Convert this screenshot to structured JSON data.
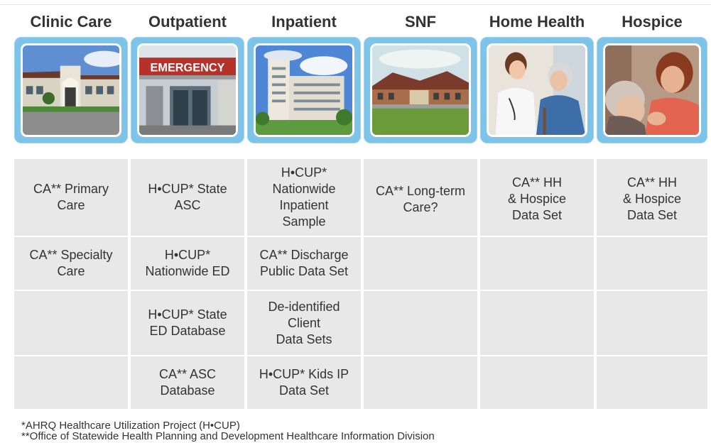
{
  "columns": [
    {
      "title": "Clinic Care",
      "photo": "clinic-building-photo",
      "cells": [
        "CA** Primary\nCare",
        "CA** Specialty\nCare",
        "",
        ""
      ]
    },
    {
      "title": "Outpatient",
      "photo": "emergency-entrance-photo",
      "cells": [
        "H•CUP* State\nASC",
        "H•CUP*\nNationwide ED",
        "H•CUP* State\nED Database",
        "CA** ASC\nDatabase"
      ]
    },
    {
      "title": "Inpatient",
      "photo": "hospital-building-photo",
      "cells": [
        "H•CUP*\nNationwide\nInpatient\nSample",
        "CA** Discharge\nPublic Data Set",
        "De-identified\nClient\nData Sets",
        "H•CUP* Kids IP\nData Set"
      ]
    },
    {
      "title": "SNF",
      "photo": "nursing-facility-photo",
      "cells": [
        "CA** Long-term\nCare?",
        "",
        "",
        ""
      ]
    },
    {
      "title": "Home Health",
      "photo": "nurse-with-patient-photo",
      "cells": [
        "CA** HH\n& Hospice\nData Set",
        "",
        "",
        ""
      ]
    },
    {
      "title": "Hospice",
      "photo": "caregiver-with-elder-photo",
      "cells": [
        "CA** HH\n& Hospice\nData Set",
        "",
        "",
        ""
      ]
    }
  ],
  "footnotes": [
    "*AHRQ Healthcare Utilization Project (H•CUP)",
    "**Office of Statewide Health Planning and Development Healthcare Information Division"
  ],
  "colors": {
    "frame": "#7ec3e8",
    "cell": "#e8e8e8",
    "text": "#333333"
  }
}
